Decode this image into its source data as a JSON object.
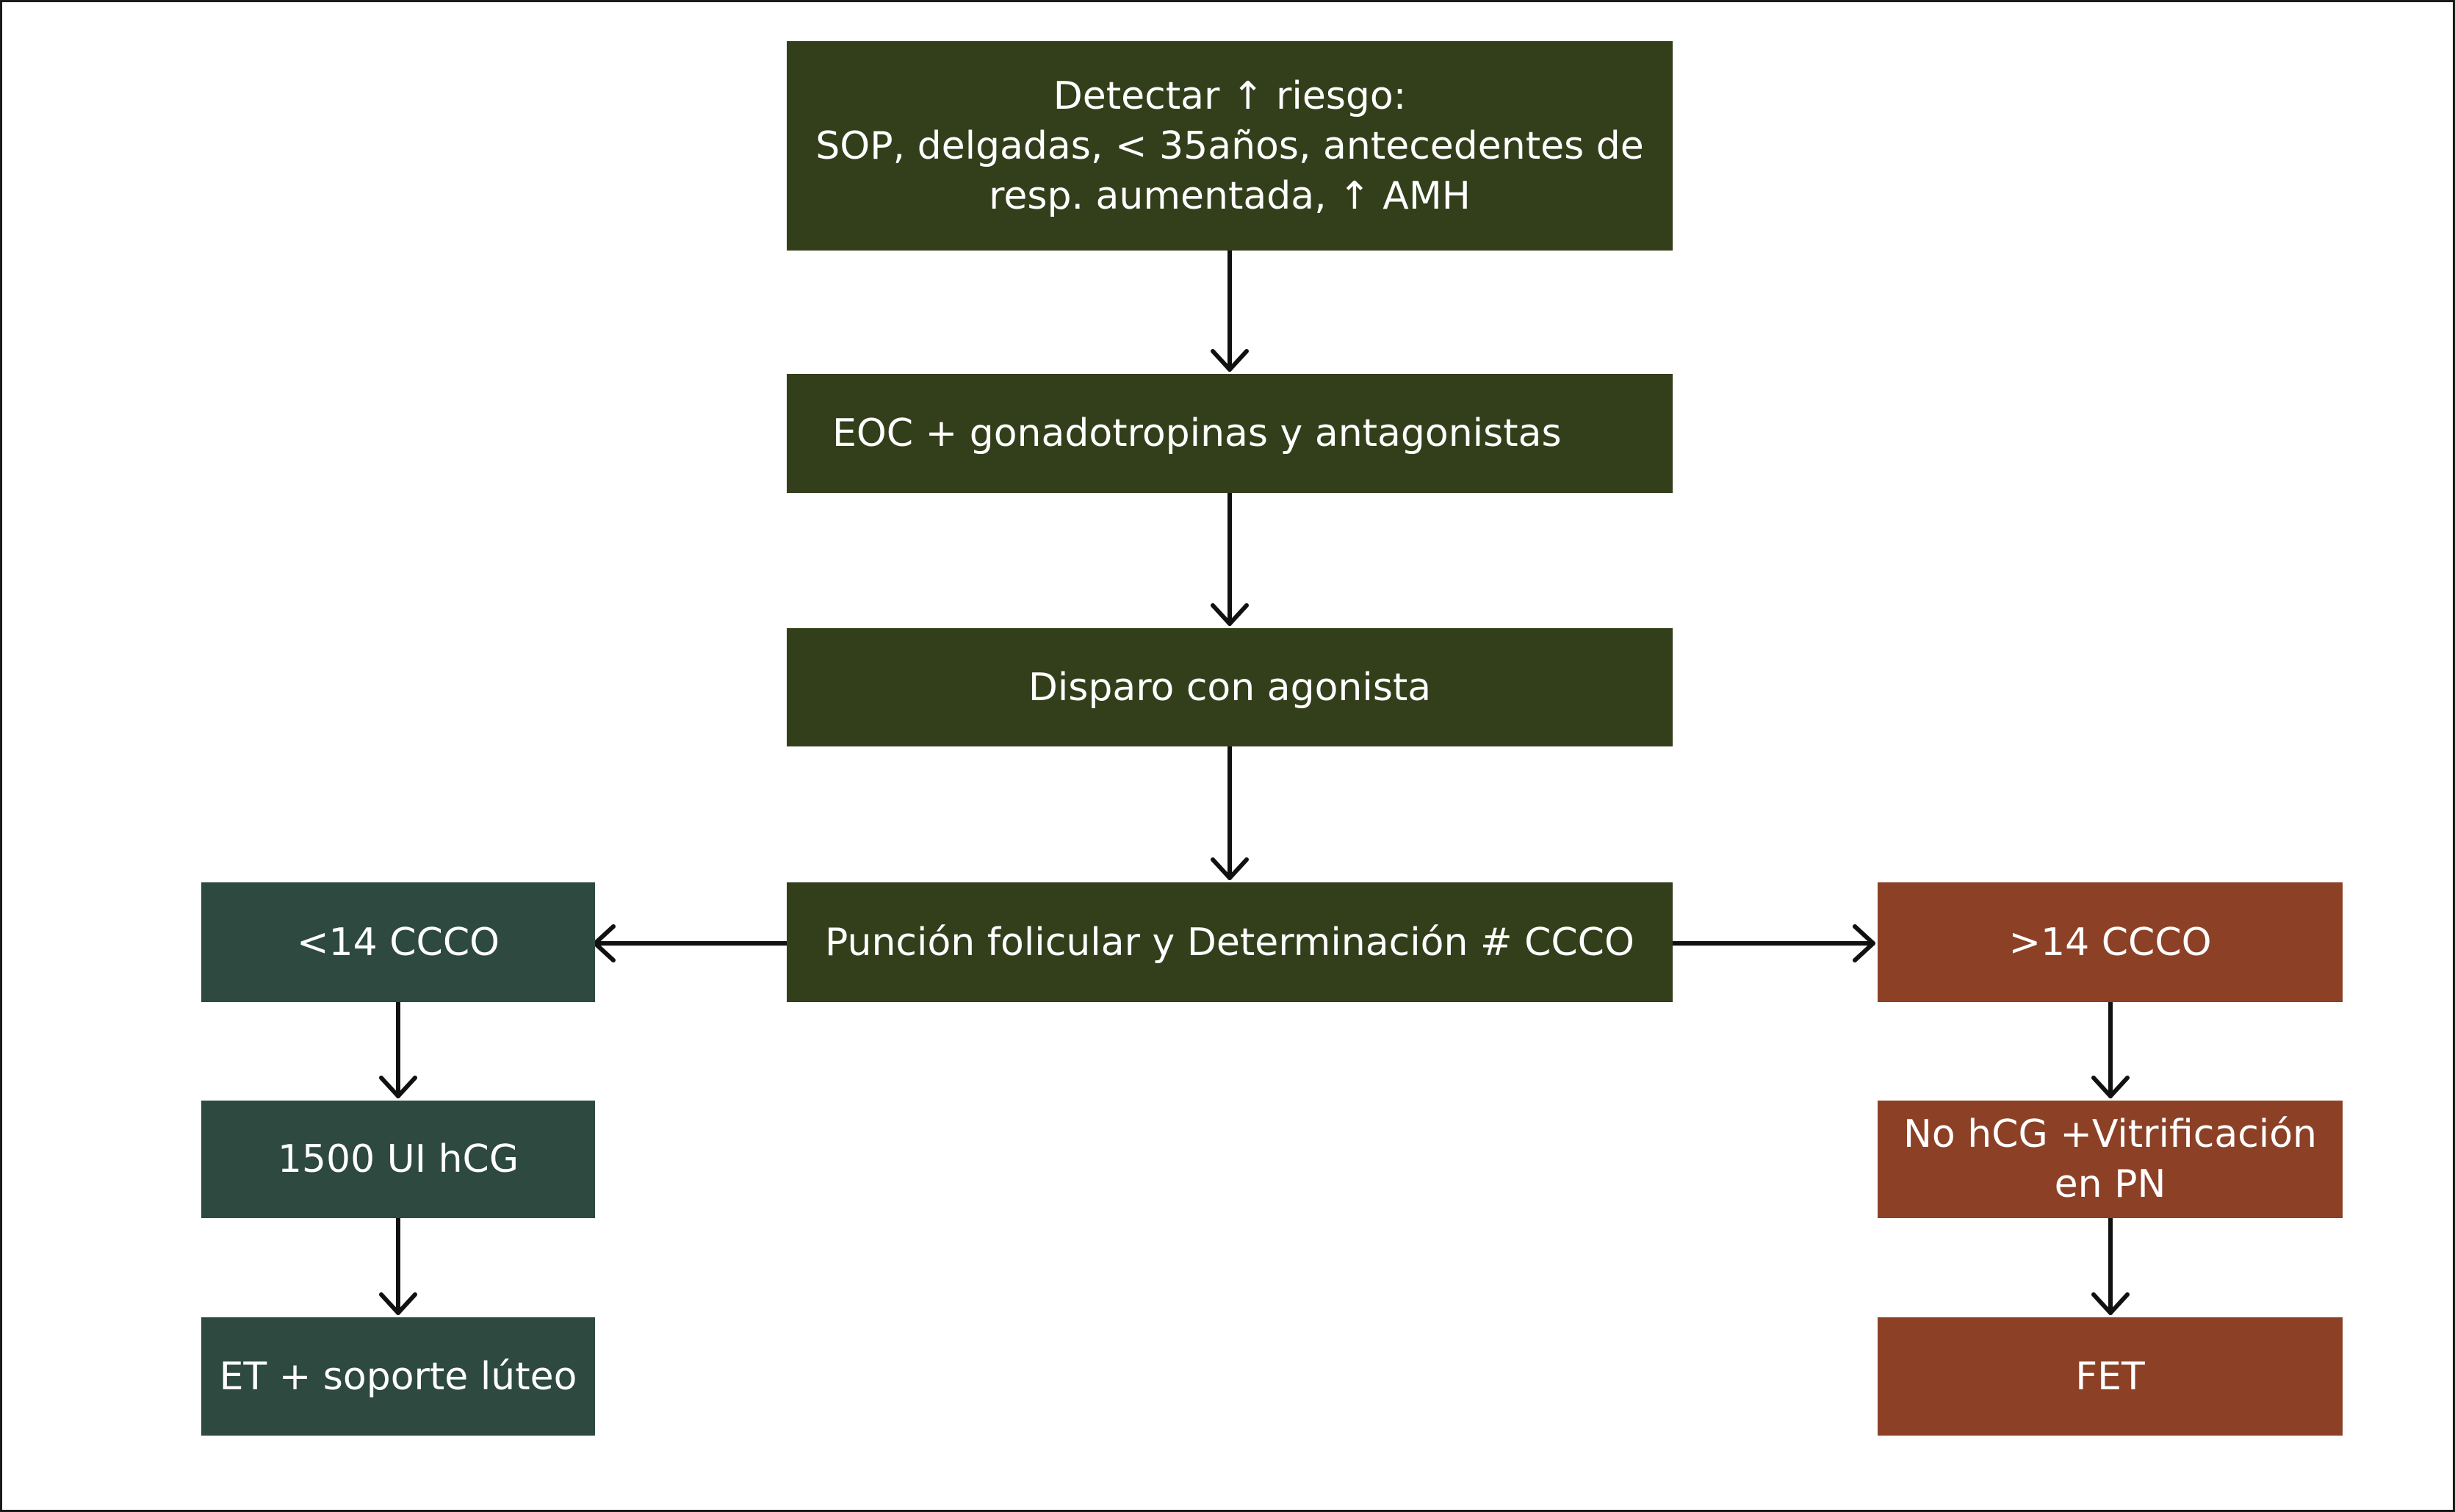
{
  "colors": {
    "main": "#333f1b",
    "left": "#2d4940",
    "right": "#8c4126",
    "arrow": "#111111"
  },
  "boxes": {
    "detect": {
      "text": "Detectar ↑ riesgo:\nSOP, delgadas, < 35años, antecedentes de\nresp. aumentada, ↑ AMH"
    },
    "eoc": {
      "text": "EOC + gonadotropinas y antagonistas"
    },
    "trigger": {
      "text": "Disparo con agonista"
    },
    "puncture": {
      "text": "Punción folicular y Determinación # CCCO"
    },
    "lt14": {
      "text": "<14 CCCO"
    },
    "hcg1500": {
      "text": "1500 UI hCG"
    },
    "et": {
      "text": "ET + soporte lúteo"
    },
    "gt14": {
      "text": ">14 CCCO"
    },
    "nohcg": {
      "text": "No hCG +Vitrificación\nen PN"
    },
    "fet": {
      "text": "FET"
    }
  }
}
